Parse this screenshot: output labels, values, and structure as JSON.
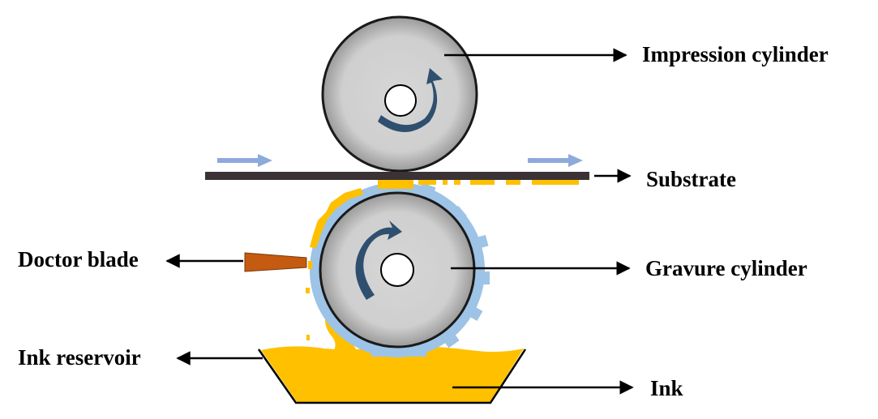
{
  "labels": {
    "impression_cylinder": "Impression cylinder",
    "substrate": "Substrate",
    "doctor_blade": "Doctor blade",
    "gravure_cylinder": "Gravure cylinder",
    "ink_reservoir": "Ink reservoir",
    "ink": "Ink"
  },
  "colors": {
    "cylinder_fill": "#d4d4d4",
    "cylinder_edge": "#1a1a1a",
    "rotation_arrow": "#2f4f6f",
    "substrate": "#3a3235",
    "feed_arrow": "#8eaadb",
    "ink": "#ffc000",
    "cells": "#9dc3e6",
    "doctor_blade": "#c55a11"
  },
  "icons": {
    "rotation_top": "clockwise-rotation-arrow-icon",
    "rotation_bottom": "clockwise-rotation-arrow-icon",
    "feed_arrows": "right-arrow-icon"
  }
}
